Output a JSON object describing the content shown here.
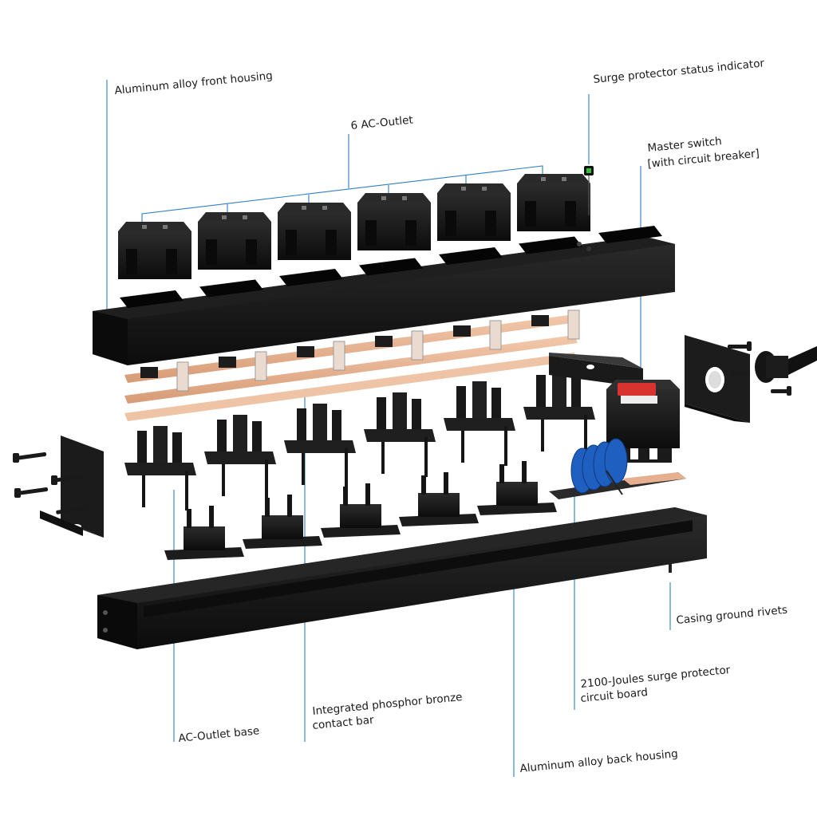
{
  "labels": {
    "front_housing": "Aluminum alloy front housing",
    "outlets": "6 AC-Outlet",
    "status_indicator": "Surge protector status indicator",
    "master_switch_line1": "Master switch",
    "master_switch_line2": "[with circuit breaker]",
    "ground_rivets": "Casing ground rivets",
    "surge_board_line1": "2100-Joules surge protector",
    "surge_board_line2": "circuit board",
    "contact_bar_line1": "Integrated phosphor bronze",
    "contact_bar_line2": "contact bar",
    "outlet_base": "AC-Outlet base",
    "back_housing": "Aluminum alloy back housing"
  },
  "colors": {
    "leader_line": "#2f7fc4",
    "housing": "#151515",
    "copper": "#e7b08f",
    "switch_red": "#d8332e",
    "capacitor_blue": "#1f5fc0",
    "indicator_green": "#2fc23a"
  },
  "counts": {
    "outlets": 6
  }
}
